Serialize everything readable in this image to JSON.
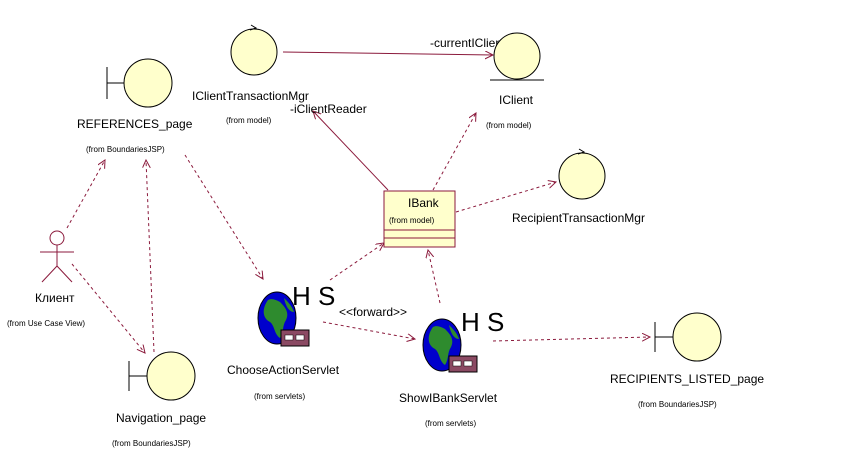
{
  "elements": {
    "iclient_transaction_mgr": {
      "name": "IClientTransactionMgr",
      "source": "(from model)"
    },
    "iclient": {
      "name": "IClient",
      "source": "(from model)"
    },
    "references_page": {
      "name": "REFERENCES_page",
      "source": "(from BoundariesJSP)"
    },
    "recipient_transaction_mgr": {
      "name": "RecipientTransactionMgr"
    },
    "ibank": {
      "name": "IBank",
      "source": "(from model)"
    },
    "client_actor": {
      "name": "Клиент",
      "source": "(from Use Case View)"
    },
    "choose_action_servlet": {
      "name": "ChooseActionServlet",
      "source": "(from servlets)",
      "stereo": "H S"
    },
    "show_ibank_servlet": {
      "name": "ShowIBankServlet",
      "source": "(from servlets)",
      "stereo": "H S"
    },
    "recipients_listed_page": {
      "name": "RECIPIENTS_LISTED_page",
      "source": "(from BoundariesJSP)"
    },
    "navigation_page": {
      "name": "Navigation_page",
      "source": "(from BoundariesJSP)"
    }
  },
  "relations": {
    "current_iclient": "-currentIClient",
    "iclient_reader": "-iClientReader",
    "forward": "<<forward>>"
  },
  "colors": {
    "line": "#8b1a3c",
    "fill": "#ffffcc",
    "stroke": "#000000"
  }
}
